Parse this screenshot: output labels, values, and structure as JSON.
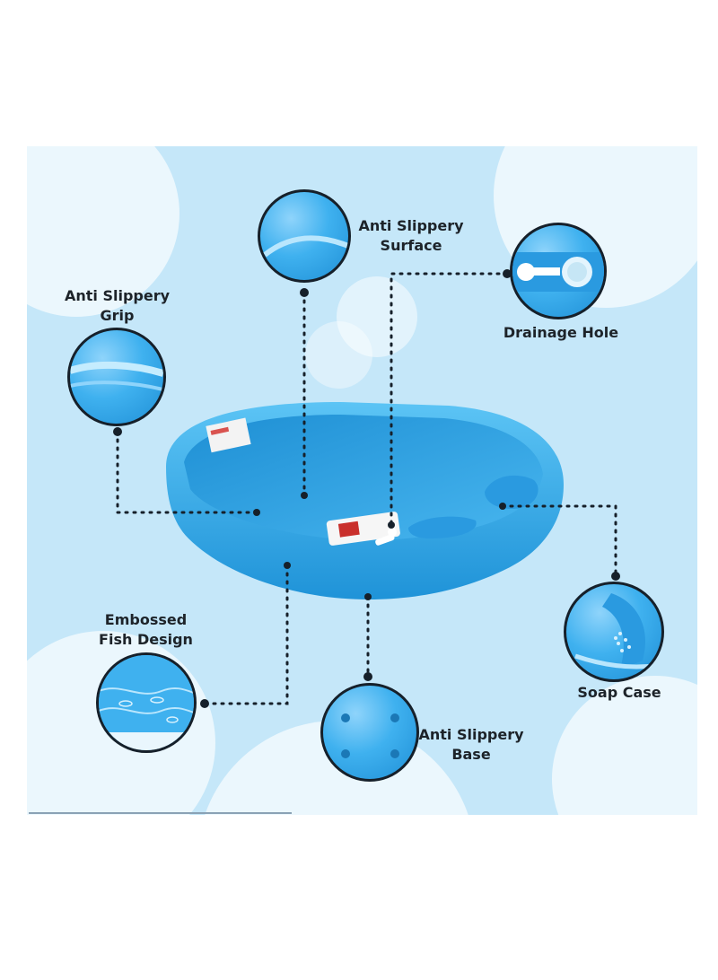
{
  "features": {
    "surface": {
      "line1": "Anti Slippery",
      "line2": "Surface"
    },
    "grip": {
      "line1": "Anti Slippery",
      "line2": "Grip"
    },
    "drainage": {
      "label": "Drainage Hole"
    },
    "fish": {
      "line1": "Embossed",
      "line2": "Fish Design"
    },
    "soap": {
      "label": "Soap Case"
    },
    "base": {
      "line1": "Anti Slippery",
      "line2": "Base"
    }
  },
  "colors": {
    "background": "#c5e7f9",
    "tub": "#3fb1ef",
    "outline": "#16202a",
    "text": "#1d2329"
  }
}
